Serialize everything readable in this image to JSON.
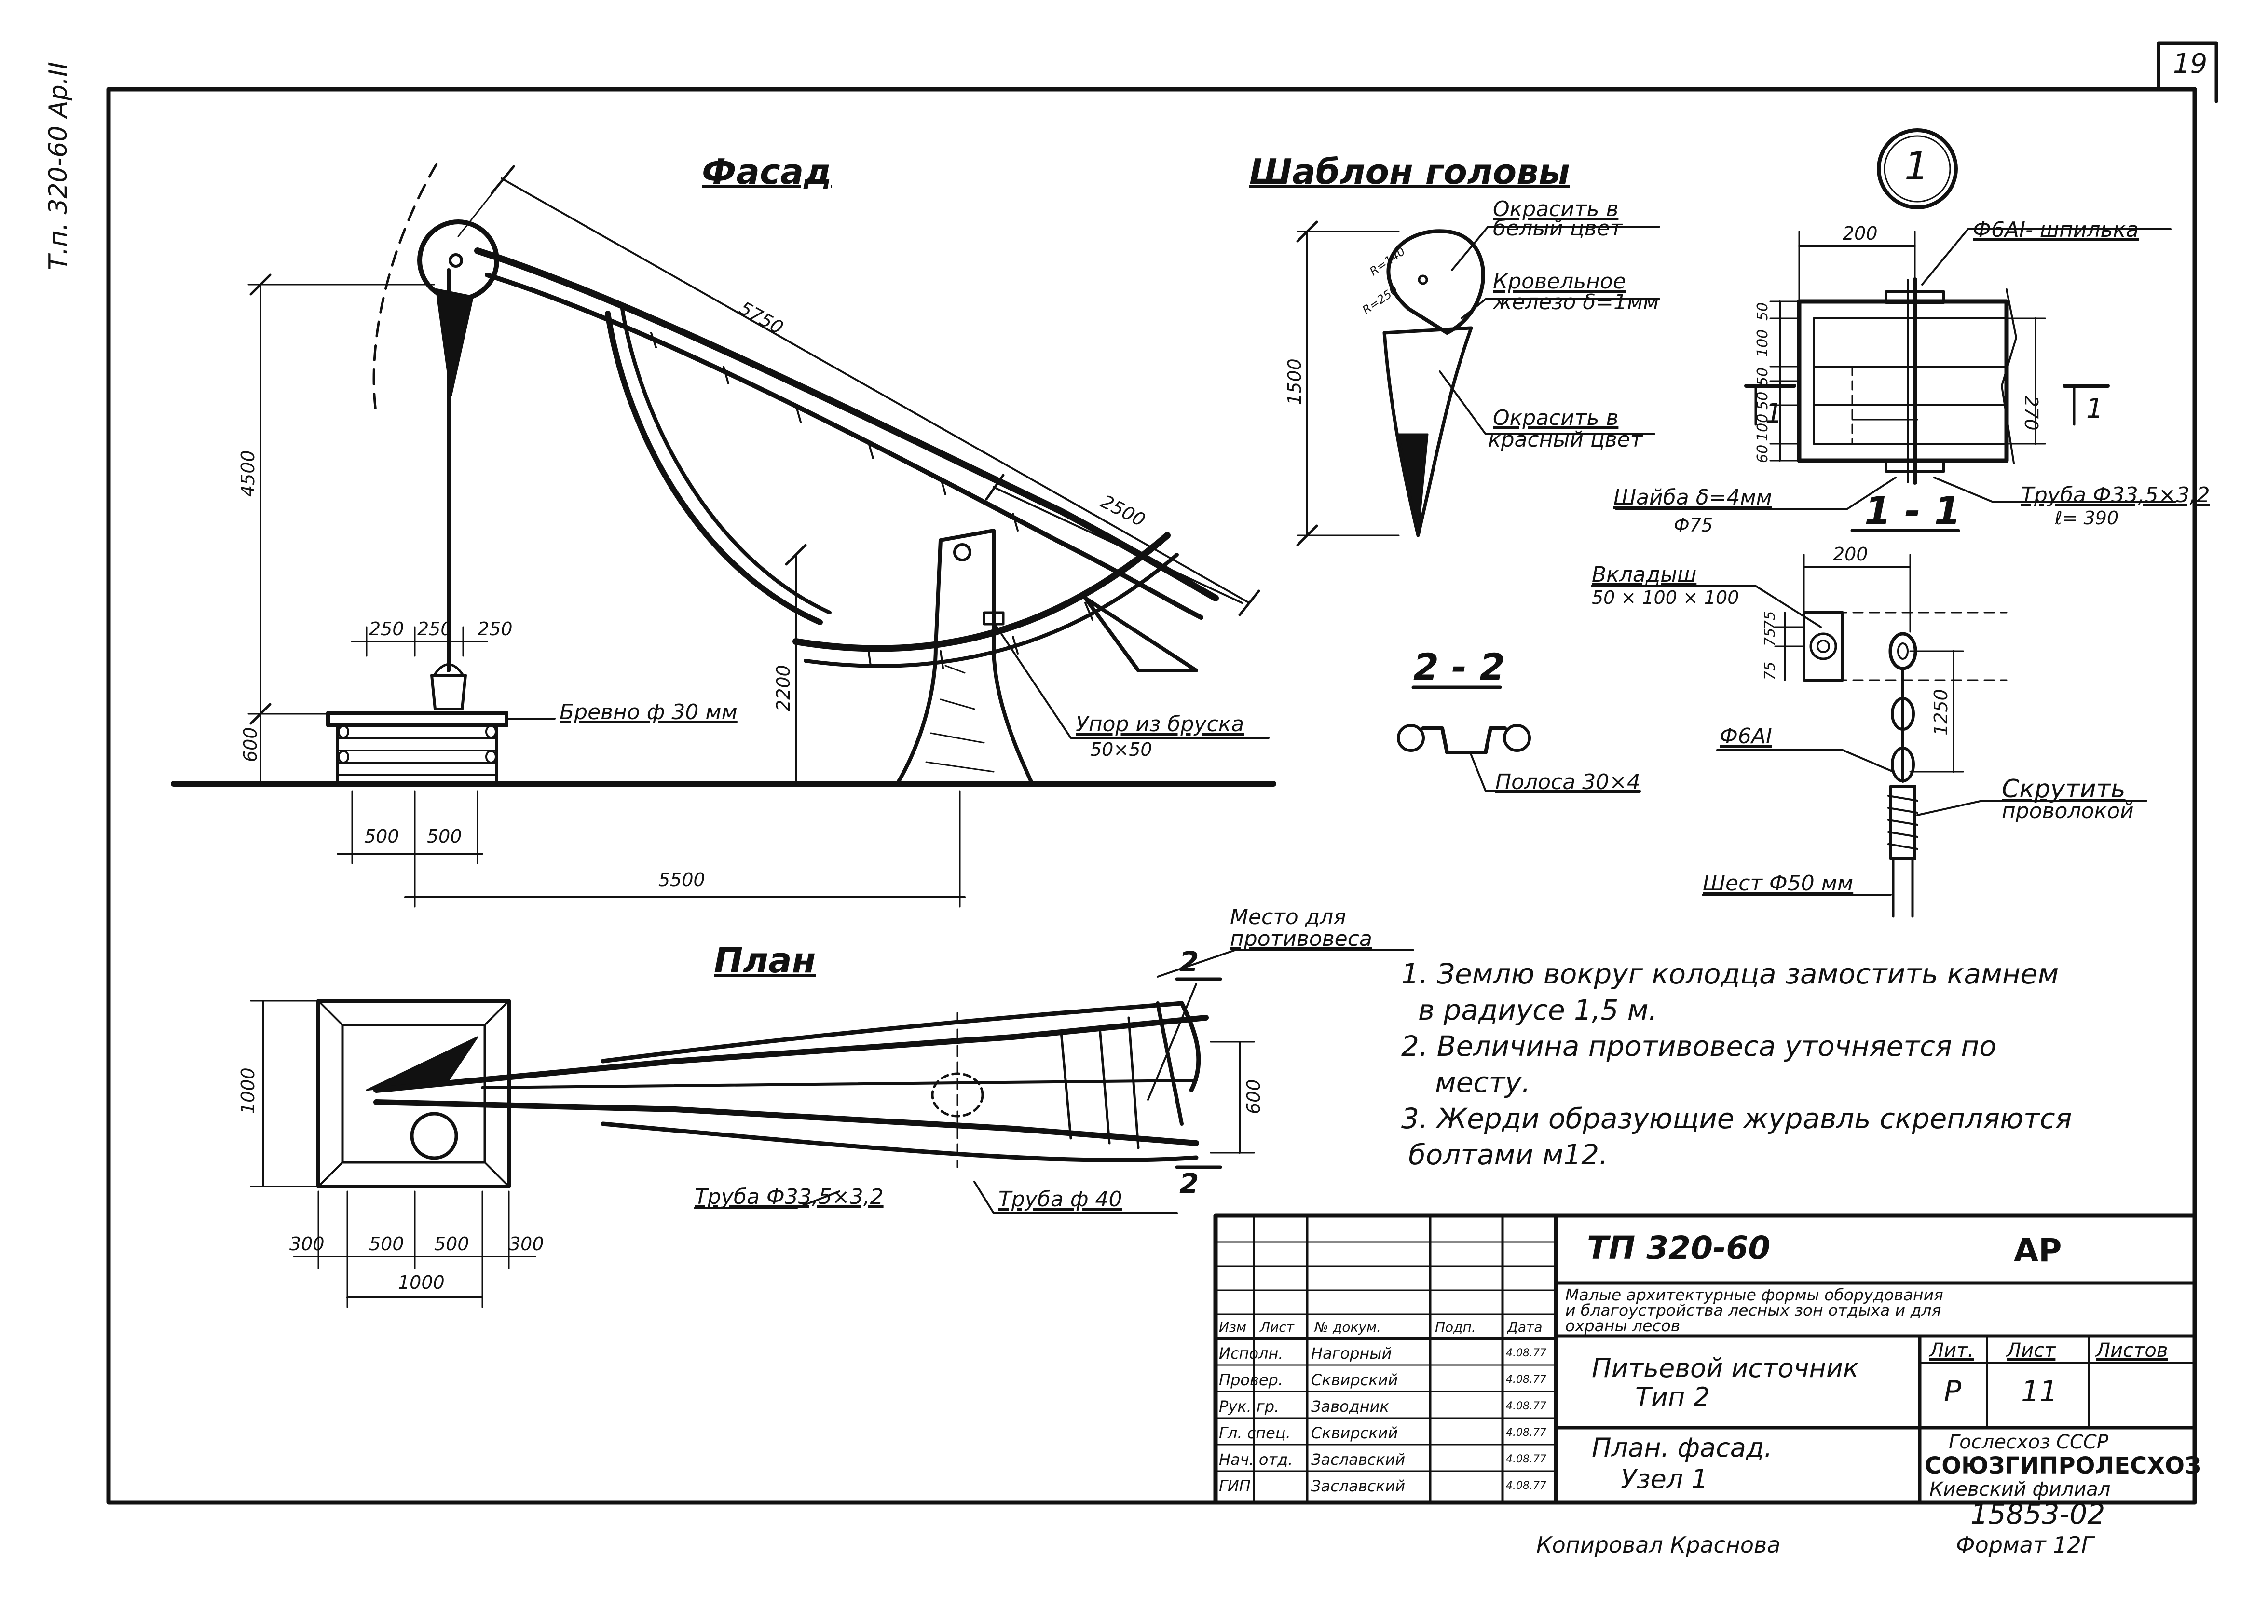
{
  "page_number": "19",
  "side_stamp": "Т.п. 320-60 Ар.II",
  "views": {
    "facade_title": "Фасад",
    "head_template_title": "Шаблон головы",
    "plan_title": "План",
    "node_marker": "1",
    "section_1_1": "1 - 1",
    "section_2_2": "2 - 2"
  },
  "facade": {
    "dims": [
      "5750",
      "2500",
      "4500",
      "2200",
      "600",
      "250",
      "250",
      "250",
      "500",
      "500",
      "5500"
    ],
    "log_label": "Бревно ф 30 мм",
    "stop_label": "Упор из бруска",
    "stop_size": "50×50"
  },
  "head_template": {
    "dim_height": "1500",
    "r_small": "R=140",
    "r_large": "R=250",
    "paint_white_1": "Окрасить в",
    "paint_white_2": "белый цвет",
    "roof_iron_1": "Кровельное",
    "roof_iron_2": "железо δ=1мм",
    "paint_red_1": "Окрасить в",
    "paint_red_2": "красный цвет"
  },
  "section_1_1": {
    "dim_200": "200",
    "stud_label": "Ф6АI- шпилька",
    "dims_left": [
      "50",
      "100",
      "50",
      "50",
      "100",
      "60"
    ],
    "dim_270": "270",
    "cut_mark": "1",
    "washer_1": "Шайба δ=4мм",
    "washer_2": "Ф75",
    "pipe_1": "Труба Ф33,5×3,2",
    "pipe_2": "ℓ= 390"
  },
  "section_2_2": {
    "strip_label": "Полоса 30×4"
  },
  "node_detail": {
    "insert_1": "Вкладыш",
    "insert_2": "50 × 100 × 100",
    "dim_200": "200",
    "dims_left": [
      "75",
      "75",
      "75"
    ],
    "dim_1250": "1250",
    "rod_label": "Ф6АI",
    "twist_1": "Скрутить",
    "twist_2": "проволокой",
    "pole_label": "Шест Ф50 мм"
  },
  "plan": {
    "counterweight_1": "Место для",
    "counterweight_2": "противовеса",
    "dims_bottom": [
      "300",
      "500",
      "500",
      "300"
    ],
    "dim_total": "1000",
    "dim_left": "1000",
    "dim_right": "600",
    "pipe_33": "Труба Ф33,5×3,2",
    "pipe_40": "Труба ф 40",
    "cut_mark_2": "2"
  },
  "notes": [
    "1. Землю вокруг колодца замостить камнем",
    "в радиусе 1,5 м.",
    "2. Величина противовеса уточняется по",
    "месту.",
    "3. Жерди образующие журавль скрепляются",
    "болтами м12."
  ],
  "title_block": {
    "code": "ТП 320-60",
    "section": "АР",
    "project_1": "Малые архитектурные формы оборудования",
    "project_2": "и благоустройства лесных зон отдыха и для",
    "project_3": "охраны лесов",
    "drawing_1": "Питьевой источник",
    "drawing_2": "Тип 2",
    "sheet_1": "План. фасад.",
    "sheet_2": "Узел 1",
    "col_lit": "Лит.",
    "col_list": "Лист",
    "col_listov": "Листов",
    "lit_value": "Р",
    "list_value": "11",
    "org_1": "Гослесхоз СССР",
    "org_2": "СОЮЗГИПРОЛЕСХОЗ",
    "org_3": "Киевский филиал",
    "header": [
      "Изм",
      "Лист",
      "№ докум.",
      "Подп.",
      "Дата"
    ],
    "rows": [
      {
        "role": "Исполн.",
        "name": "Нагорный",
        "date": "4.08.77"
      },
      {
        "role": "Провер.",
        "name": "Сквирский",
        "date": "4.08.77"
      },
      {
        "role": "Рук. гр.",
        "name": "Заводник",
        "date": "4.08.77"
      },
      {
        "role": "Гл. спец.",
        "name": "Сквирский",
        "date": "4.08.77"
      },
      {
        "role": "Нач. отд.",
        "name": "Заславский",
        "date": "4.08.77"
      },
      {
        "role": "ГИП",
        "name": "Заславский",
        "date": "4.08.77"
      }
    ]
  },
  "footer": {
    "number": "15853-02",
    "copied": "Копировал Краснова",
    "format": "Формат 12Г"
  }
}
